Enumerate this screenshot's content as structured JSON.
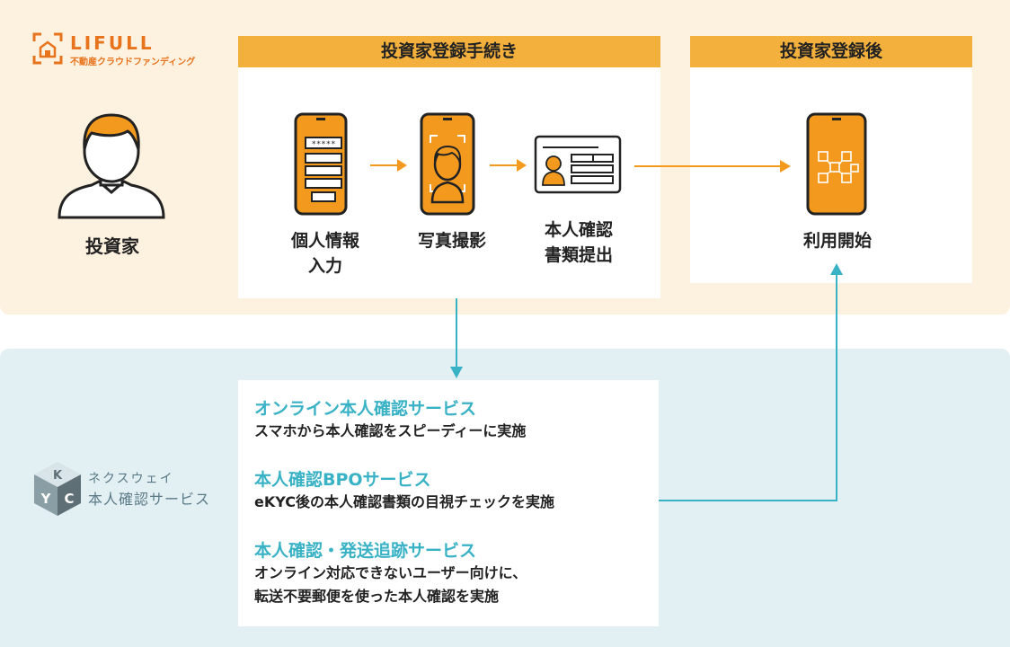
{
  "brand": {
    "lifull_name": "LIFULL",
    "lifull_sub": "不動産クラウドファンディング",
    "nexway_line1": "ネクスウェイ",
    "nexway_line2": "本人確認サービス",
    "nexway_mark_letters": [
      "K",
      "Y",
      "C"
    ]
  },
  "investor": {
    "label": "投資家"
  },
  "procedure": {
    "title": "投資家登録手続き",
    "steps": [
      {
        "label_line1": "個人情報",
        "label_line2": "入力",
        "icon": "phone-form-icon",
        "field_text": "*****"
      },
      {
        "label_line1": "写真撮影",
        "label_line2": "",
        "icon": "phone-selfie-icon"
      },
      {
        "label_line1": "本人確認",
        "label_line2": "書類提出",
        "icon": "id-card-icon"
      }
    ]
  },
  "after": {
    "title": "投資家登録後",
    "step": {
      "label": "利用開始",
      "icon": "phone-blocks-icon"
    }
  },
  "services": [
    {
      "title": "オンライン本人確認サービス",
      "desc": [
        "スマホから本人確認をスピーディーに実施"
      ]
    },
    {
      "title": "本人確認BPOサービス",
      "desc": [
        "eKYC後の本人確認書類の目視チェックを実施"
      ]
    },
    {
      "title": "本人確認・発送追跡サービス",
      "desc": [
        "オンライン対応できないユーザー向けに、",
        "転送不要郵便を使った本人確認を実施"
      ]
    }
  ],
  "colors": {
    "top_band": "#fdf1df",
    "bottom_band": "#e2eff3",
    "header": "#f4b03c",
    "orange": "#f39a1e",
    "teal": "#39b2c6",
    "text": "#222222"
  }
}
